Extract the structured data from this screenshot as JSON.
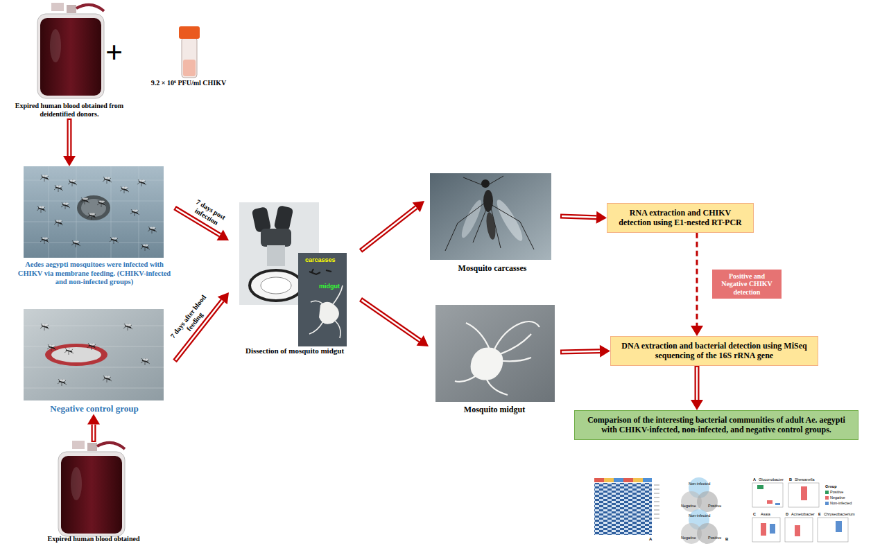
{
  "diagram": {
    "nodes": [
      {
        "text": [
          "Expired human blood obtained from deidentified donors."
        ]
      },
      {
        "text": [
          "9.2 × 10⁶ PFU/ml CHIKV"
        ]
      },
      {
        "text": [
          "Aedes aegypti mosquitoes were infected with CHIKV via membrane feeding. (CHIKV-infected and non-infected groups)"
        ]
      },
      {
        "text": [
          "Negative control group"
        ]
      },
      {
        "text": [
          "Expired human blood obtained"
        ]
      },
      {
        "text": [
          "Dissection of mosquito midgut"
        ]
      },
      {
        "text": [
          "Mosquito carcasses"
        ]
      },
      {
        "text": [
          "Mosquito midgut"
        ]
      },
      {
        "text": [
          "RNA extraction and CHIKV detection using E1-nested RT-PCR"
        ]
      },
      {
        "text": [
          "DNA extraction and bacterial detection using MiSeq sequencing of the 16S rRNA gene"
        ]
      },
      {
        "text": [
          "Comparison of the interesting bacterial communities of adult Ae. aegypti with CHIKV-infected, non-infected, and negative control groups."
        ]
      }
    ],
    "edges": [
      {
        "from": 0,
        "to": 2,
        "arrow": "to"
      },
      {
        "from": 2,
        "to": 5,
        "label": "7 days post infection",
        "arrow": "to"
      },
      {
        "from": 3,
        "to": 5,
        "label": "7 days after blood feeding",
        "arrow": "to"
      },
      {
        "from": 4,
        "to": 3,
        "arrow": "to"
      },
      {
        "from": 5,
        "to": 6,
        "arrow": "to"
      },
      {
        "from": 5,
        "to": 7,
        "arrow": "to"
      },
      {
        "from": 6,
        "to": 8,
        "arrow": "to"
      },
      {
        "from": 8,
        "to": 9,
        "label": "Positive and Negative CHIKV detection",
        "arrow": "to"
      },
      {
        "from": 7,
        "to": 9,
        "arrow": "to"
      },
      {
        "from": 9,
        "to": 10,
        "arrow": "to"
      }
    ],
    "labels": [
      "+",
      "carcasses",
      "midgut",
      "A",
      "B",
      "Non-infected",
      "Negative",
      "Positive",
      "Non-infected",
      "Negative",
      "Positive",
      "A",
      "Gluconobacter",
      "B",
      "Shewanella",
      "C",
      "Asaia",
      "D",
      "Acinetobacter",
      "E",
      "Chryseobacterium",
      "Group"
    ],
    "legend": [
      {
        "text": "Positive",
        "color": "#2e9a5c"
      },
      {
        "text": "Negative",
        "color": "#e8696b"
      },
      {
        "text": "Non-infected",
        "color": "#5b8fd0"
      }
    ]
  }
}
